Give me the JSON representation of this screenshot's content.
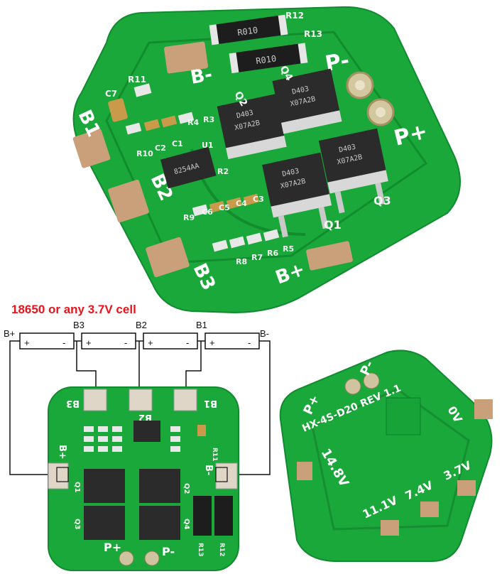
{
  "colors": {
    "pcb_green": "#1aa83a",
    "pcb_dark": "#0f7f29",
    "pad_copper": "#c9a07a",
    "mosfet_body": "#2b2b2b",
    "caption_red": "#e8141c",
    "wire": "#111111"
  },
  "top_board": {
    "pad_labels": {
      "b_minus": "B-",
      "b1": "B1",
      "b2": "B2",
      "b3": "B3",
      "b_plus": "B+",
      "p_minus": "P-",
      "p_plus": "P+"
    },
    "component_labels": {
      "r12": "R12",
      "r13": "R13",
      "r11": "R11",
      "c7": "C7",
      "r4": "R4",
      "r3": "R3",
      "r10": "R10",
      "c2": "C2",
      "c1": "C1",
      "u1": "U1",
      "r2": "R2",
      "r9": "R9",
      "c6": "C6",
      "c5": "C5",
      "c4": "C4",
      "c3": "C3",
      "r8": "R8",
      "r7": "R7",
      "r6": "R6",
      "r5": "R5",
      "q1": "Q1",
      "q2": "Q2",
      "q3": "Q3",
      "q4": "Q4"
    },
    "resistor_marking": "R010",
    "ic_marking": "8254AA",
    "mosfet_marking_1": "D403",
    "mosfet_marking_2": "X07A2B"
  },
  "wiring_diagram": {
    "caption": "18650 or any 3.7V cell",
    "terminal_labels": [
      "B+",
      "B3",
      "B2",
      "B1",
      "B-"
    ],
    "cell_plus": "+",
    "cell_minus": "-",
    "board_pad_labels": {
      "b3": "B3",
      "b2": "B2",
      "b1": "B1",
      "b_plus": "B+",
      "b_minus": "B-",
      "p_plus": "P+",
      "p_minus": "P-"
    },
    "component_labels": {
      "q1": "Q1",
      "q2": "Q2",
      "q3": "Q3",
      "q4": "Q4",
      "r12": "R12",
      "r13": "R13",
      "r11": "R11"
    }
  },
  "bottom_board": {
    "model_text": "HX-4S-D20 REV 1.1",
    "p_minus": "P-",
    "p_plus": "P+",
    "b_minus": "0V",
    "voltage_labels": [
      "14.8V",
      "11.1V",
      "7.4V",
      "3.7V"
    ]
  }
}
